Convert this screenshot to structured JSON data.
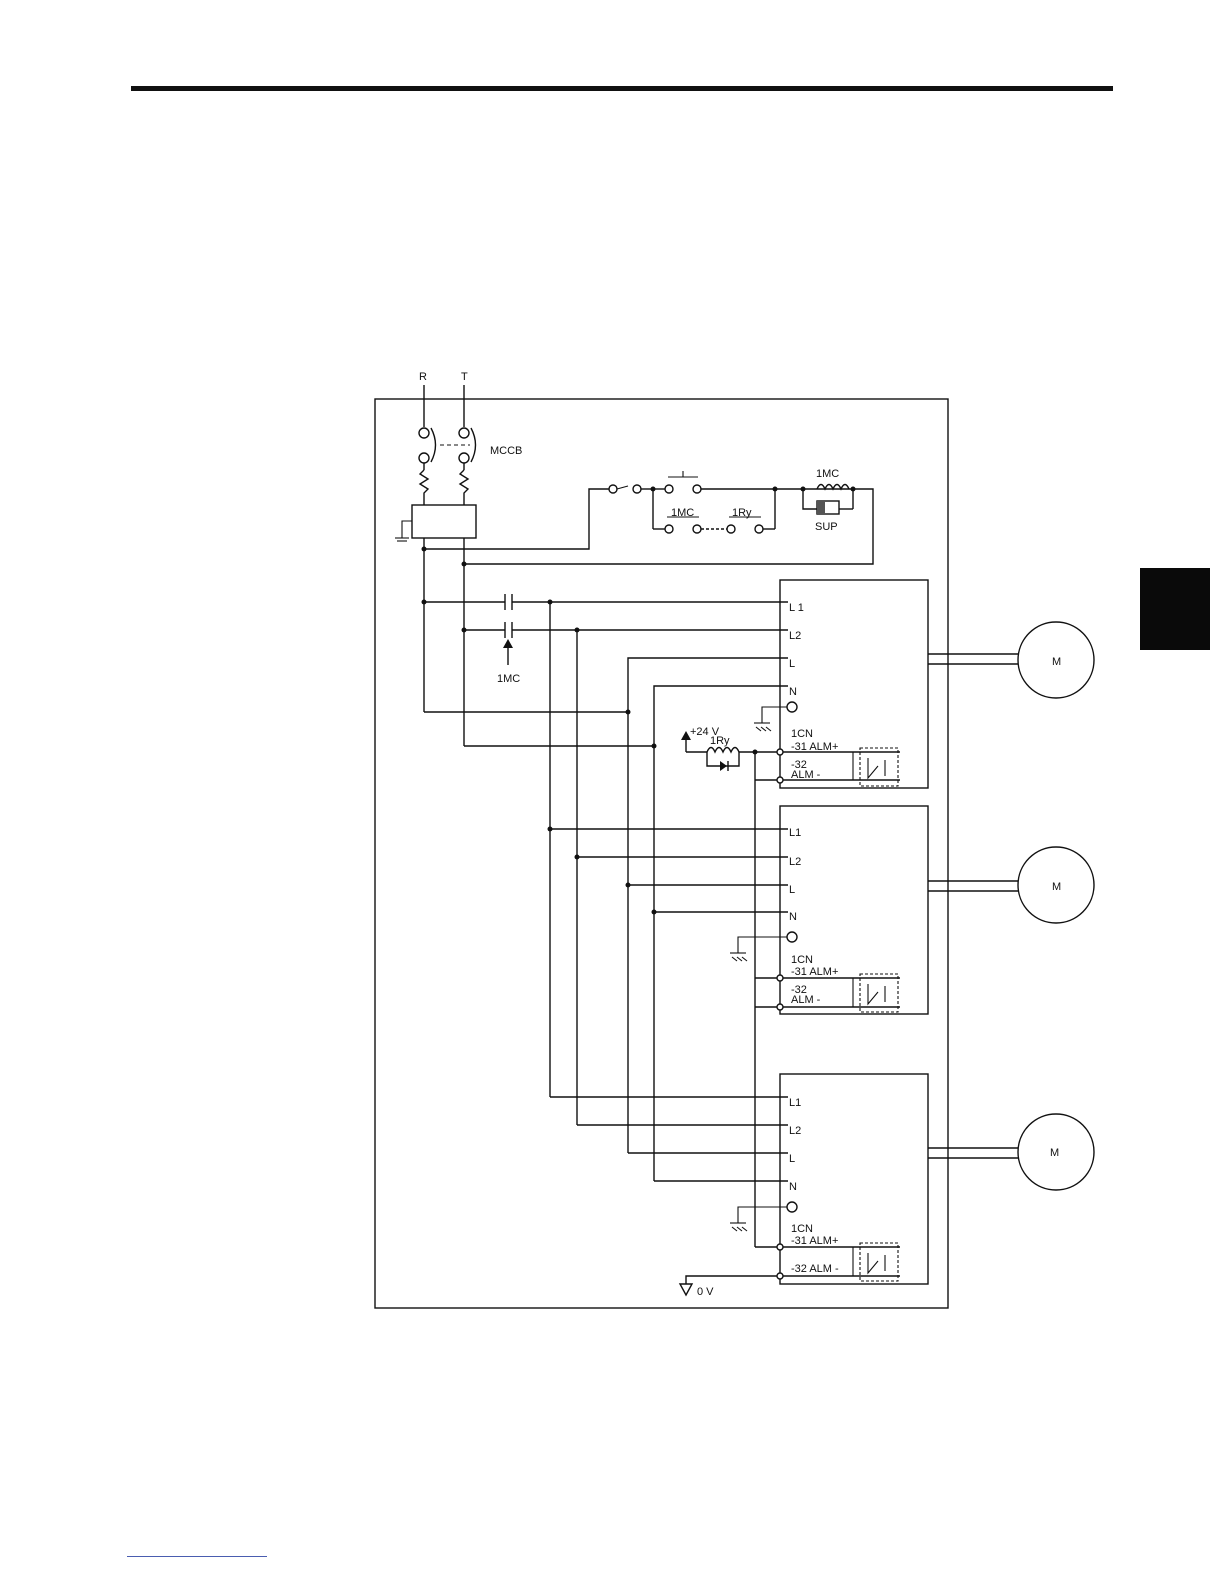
{
  "supply": {
    "phase_r": "R",
    "phase_t": "T"
  },
  "breaker": {
    "label": "MCCB"
  },
  "control_circuit": {
    "coil_label": "1MC",
    "suppressor_label": "SUP",
    "hold_contact_label": "1MC",
    "alarm_contact_label": "1Ry"
  },
  "contactor": {
    "label": "1MC"
  },
  "alarm_relay": {
    "supply_label": "+24 V",
    "coil_label": "1Ry"
  },
  "common_label": "0 V",
  "terminals": {
    "l1_a": "L 1",
    "l1": "L1",
    "l2": "L2",
    "l": "L",
    "n": "N",
    "connector": "1CN",
    "alm_plus_a": "-31  ALM+",
    "alm_minus_num": "-32",
    "alm_minus": "ALM -",
    "alm_minus_c": "-32   ALM -"
  },
  "motor_label": "M"
}
